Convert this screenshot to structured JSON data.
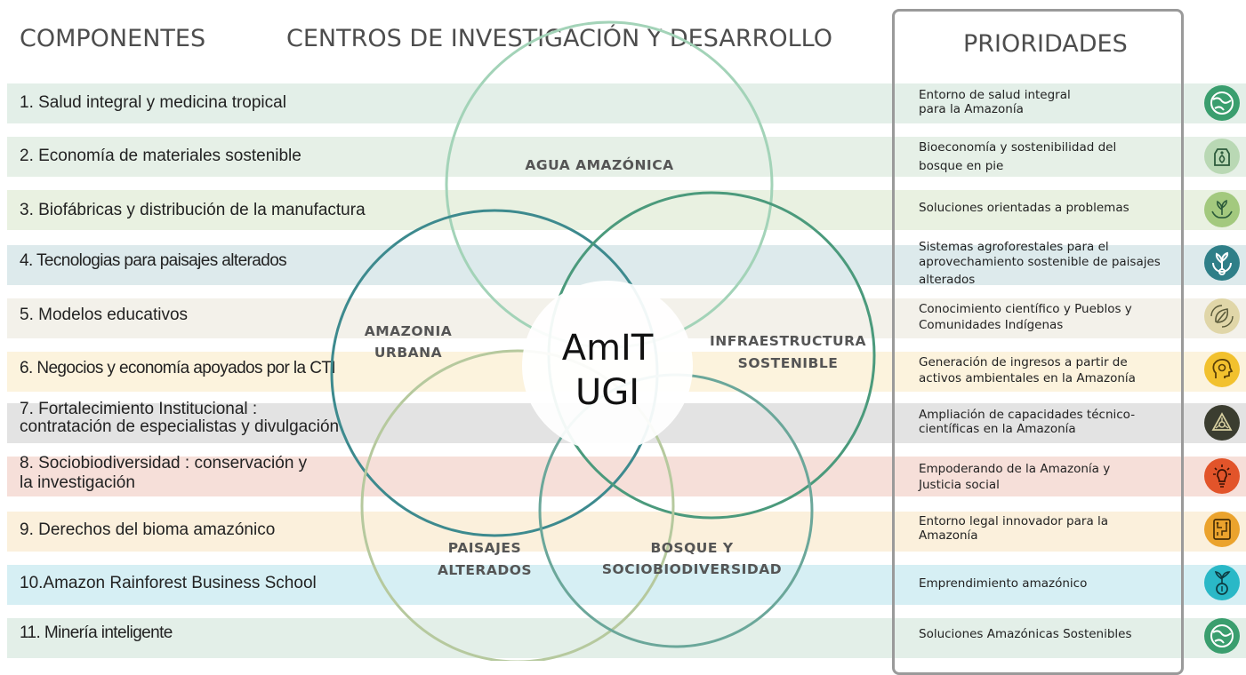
{
  "headers": {
    "componentes": "COMPONENTES",
    "centros": "CENTROS DE INVESTIGACIÓN Y DESARROLLO",
    "prioridades": "PRIORIDADES"
  },
  "rows": [
    {
      "component": "1. Salud integral y medicina tropical",
      "priority": "Entorno de salud integral\npara la Amazonía",
      "color": "#e3efe8",
      "icon": "globe-icon",
      "icon_color": "#3a9e6e"
    },
    {
      "component": "2. Economía de materiales sostenible",
      "priority": "Bioeconomía y sostenibilidad del\nbosque en pie",
      "color": "#e6f0e7",
      "icon": "tag-leaf-icon",
      "icon_color": "#b9d8b4"
    },
    {
      "component": "3. Biofábricas y distribución de la manufactura",
      "priority": "Soluciones orientadas a problemas",
      "color": "#e9f1e1",
      "icon": "hands-plant-icon",
      "icon_color": "#a3c97e"
    },
    {
      "component": "4. Tecnologias para paisajes alterados",
      "priority": "Sistemas agroforestales para el\naprovechamiento sostenible de paisajes\nalterados",
      "color": "#ddeaec",
      "icon": "plant-gear-icon",
      "icon_color": "#2f7f88"
    },
    {
      "component": "5. Modelos educativos",
      "priority": "Conocimiento científico y Pueblos y\nComunidades Indígenas",
      "color": "#f3f1ea",
      "icon": "leaf-cycle-icon",
      "icon_color": "#e0d6a8"
    },
    {
      "component": "6. Negocios y economía apoyados por la CTI",
      "priority": "Generación de ingresos a partir de\nactivos ambientales en la Amazonía",
      "color": "#fcf3dd",
      "icon": "head-gear-icon",
      "icon_color": "#f2c12e"
    },
    {
      "component": "7. Fortalecimiento Institucional :\ncontratación de especialistas y divulgación",
      "priority": "Ampliación de capacidades técnico-\ncientíficas en la Amazonía",
      "color": "#e3e3e3",
      "icon": "triangle-network-icon",
      "icon_color": "#3b3d30"
    },
    {
      "component": "8. Sociobiodiversidad : conservación  y\nla investigación",
      "priority": "Empoderando de la Amazonía y\nJusticia social",
      "color": "#f6dfd9",
      "icon": "lightbulb-icon",
      "icon_color": "#e2542a"
    },
    {
      "component": "9. Derechos del bioma amazónico",
      "priority": "Entorno legal innovador para la\nAmazonía",
      "color": "#fbf0dc",
      "icon": "circuit-board-icon",
      "icon_color": "#eba32d"
    },
    {
      "component": "10.Amazon Rainforest Business School",
      "priority": "Emprendimiento amazónico",
      "color": "#d6eff4",
      "icon": "sprout-coin-icon",
      "icon_color": "#2ab8c7"
    },
    {
      "component": "11. Minería inteligente",
      "priority": "Soluciones Amazónicas Sostenibles",
      "color": "#e3efe8",
      "icon": "globe-icon",
      "icon_color": "#3a9e6e"
    }
  ],
  "venn": {
    "center_line1": "AmIT",
    "center_line2": "UGI",
    "circles": [
      {
        "label_lines": [
          "AGUA AMAZÓNICA"
        ],
        "color": "#a3d3b8"
      },
      {
        "label_lines": [
          "AMAZONIA",
          "URBANA"
        ],
        "color": "#3d8a8e"
      },
      {
        "label_lines": [
          "INFRAESTRUCTURA",
          "SOSTENIBLE"
        ],
        "color": "#4b9a7c"
      },
      {
        "label_lines": [
          "PAISAJES",
          "ALTERADOS"
        ],
        "color": "#b6c99e"
      },
      {
        "label_lines": [
          "BOSQUE Y",
          "SOCIOBIODIVERSIDAD"
        ],
        "color": "#6ba79a"
      }
    ]
  }
}
